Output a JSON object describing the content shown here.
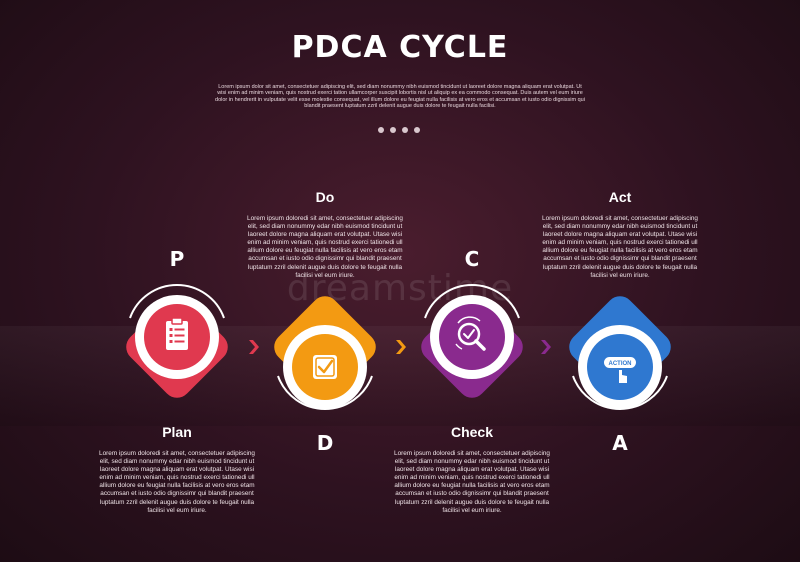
{
  "header": {
    "title": "PDCA CYCLE",
    "subtitle": "Lorem ipsum dolor sit amet, consectetuer adipiscing elit, sed diam nonummy nibh euismod tincidunt ut laoreet dolore magna aliquam erat volutpat. Ut wisi enim ad minim veniam, quis nostrud exerci tation ullamcorper suscipit lobortis nisl ut aliquip ex ea commodo consequat. Duis autem vel eum iriure dolor in hendrerit in vulputate velit esse molestie consequat, vel illum dolore eu feugiat nulla facilisis at vero eros et accumsan et iusto odio dignissim qui blandit praesent luptatum zzril delenit augue duis dolore te feugait nulla facilisi."
  },
  "stages": [
    {
      "label": "Plan",
      "letter": "P",
      "color": "#e0394f",
      "icon": "clipboard-icon",
      "description": "Lorem ipsum doloredi sit amet, consectetuer adipiscing elit, sed diam nonummy edar nibh euismod tincidunt ut laoreet dolore magna aliquam erat volutpat. Utase wisi enim ad minim veniam, quis nostrud exerci tationedi ull allium dolore eu feugiat nulla facilisis at vero eros etam accumsan et iusto odio dignissimr qui blandit praesent luptatum zzril delenit augue duis dolore te feugait nulla facilisi vel eum iriure."
    },
    {
      "label": "Do",
      "letter": "D",
      "color": "#f39a12",
      "icon": "checkbox-icon",
      "description": "Lorem ipsum doloredi sit amet, consectetuer adipiscing elit, sed diam nonummy edar nibh euismod tincidunt ut laoreet dolore magna aliquam erat volutpat. Utase wisi enim ad minim veniam, quis nostrud exerci tationedi ull allium dolore eu feugiat nulla facilisis at vero eros etam accumsan et iusto odio dignissimr qui blandit praesent luptatum zzril delenit augue duis dolore te feugait nulla facilisi vel eum iriure."
    },
    {
      "label": "Check",
      "letter": "C",
      "color": "#8a2a8e",
      "icon": "magnifier-check-icon",
      "description": "Lorem ipsum doloredi sit amet, consectetuer adipiscing elit, sed diam nonummy edar nibh euismod tincidunt ut laoreet dolore magna aliquam erat volutpat. Utase wisi enim ad minim veniam, quis nostrud exerci tationedi ull allium dolore eu feugiat nulla facilisis at vero eros etam accumsan et iusto odio dignissimr qui blandit praesent luptatum zzril delenit augue duis dolore te feugait nulla facilisi vel eum iriure."
    },
    {
      "label": "Act",
      "letter": "A",
      "color": "#2f78d0",
      "icon": "action-button-icon",
      "icon_text": "ACTION",
      "description": "Lorem ipsum doloredi sit amet, consectetuer adipiscing elit, sed diam nonummy edar nibh euismod tincidunt ut laoreet dolore magna aliquam erat volutpat. Utase wisi enim ad minim veniam, quis nostrud exerci tationedi ull allium dolore eu feugiat nulla facilisis at vero eros etam accumsan et iusto odio dignissimr qui blandit praesent luptatum zzril delenit augue duis dolore te feugait nulla facilisi vel eum iriure."
    }
  ],
  "watermark": "dreamstime"
}
